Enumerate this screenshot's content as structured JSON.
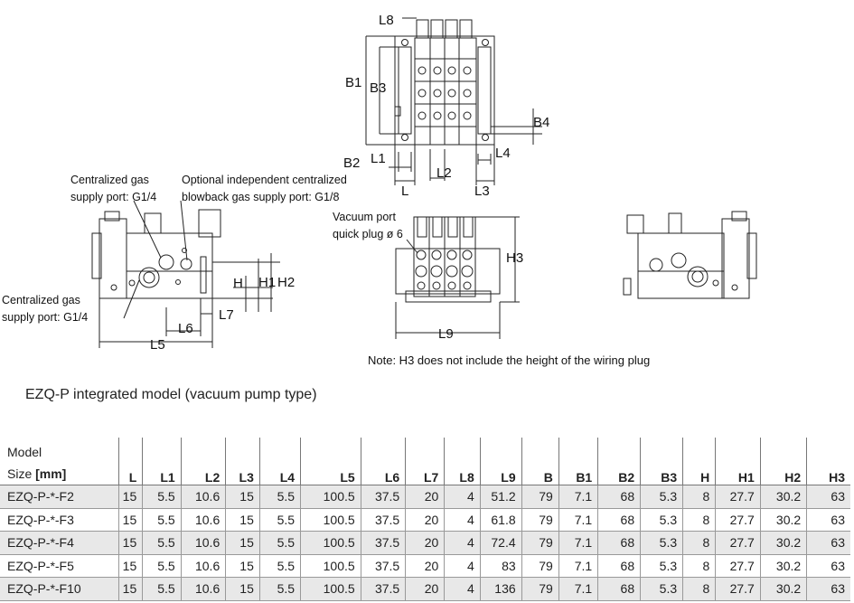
{
  "drawing": {
    "top_view": {
      "labels": [
        "L8",
        "B1",
        "B3",
        "B4",
        "B2",
        "L1",
        "L4",
        "L2",
        "L",
        "L3"
      ]
    },
    "side_left": {
      "callout_gas_supply_top": [
        "Centralized gas",
        "supply port: G1/4"
      ],
      "callout_blowback": [
        "Optional independent centralized",
        "blowback gas supply port: G1/8"
      ],
      "callout_gas_supply_left": [
        "Centralized gas",
        "supply port: G1/4"
      ],
      "labels": [
        "H",
        "H1",
        "H2",
        "L7",
        "L6",
        "L5"
      ]
    },
    "front_view": {
      "callout_vacuum": [
        "Vacuum port",
        "quick plug ø 6"
      ],
      "labels": [
        "H3",
        "L9"
      ],
      "note": "Note: H3 does not include the height of the wiring plug"
    }
  },
  "title": "EZQ-P integrated model (vacuum pump type)",
  "table": {
    "header_model": "Model",
    "header_size": "Size",
    "header_unit": "[mm]",
    "columns": [
      "L",
      "L1",
      "L2",
      "L3",
      "L4",
      "L5",
      "L6",
      "L7",
      "L8",
      "L9",
      "B",
      "B1",
      "B2",
      "B3",
      "H",
      "H1",
      "H2",
      "H3"
    ],
    "rows": [
      {
        "model": "EZQ-P-*-F2",
        "values": [
          "15",
          "5.5",
          "10.6",
          "15",
          "5.5",
          "100.5",
          "37.5",
          "20",
          "4",
          "51.2",
          "79",
          "7.1",
          "68",
          "5.3",
          "8",
          "27.7",
          "30.2",
          "63"
        ]
      },
      {
        "model": "EZQ-P-*-F3",
        "values": [
          "15",
          "5.5",
          "10.6",
          "15",
          "5.5",
          "100.5",
          "37.5",
          "20",
          "4",
          "61.8",
          "79",
          "7.1",
          "68",
          "5.3",
          "8",
          "27.7",
          "30.2",
          "63"
        ]
      },
      {
        "model": "EZQ-P-*-F4",
        "values": [
          "15",
          "5.5",
          "10.6",
          "15",
          "5.5",
          "100.5",
          "37.5",
          "20",
          "4",
          "72.4",
          "79",
          "7.1",
          "68",
          "5.3",
          "8",
          "27.7",
          "30.2",
          "63"
        ]
      },
      {
        "model": "EZQ-P-*-F5",
        "values": [
          "15",
          "5.5",
          "10.6",
          "15",
          "5.5",
          "100.5",
          "37.5",
          "20",
          "4",
          "83",
          "79",
          "7.1",
          "68",
          "5.3",
          "8",
          "27.7",
          "30.2",
          "63"
        ]
      },
      {
        "model": "EZQ-P-*-F10",
        "values": [
          "15",
          "5.5",
          "10.6",
          "15",
          "5.5",
          "100.5",
          "37.5",
          "20",
          "4",
          "136",
          "79",
          "7.1",
          "68",
          "5.3",
          "8",
          "27.7",
          "30.2",
          "63"
        ]
      }
    ]
  }
}
